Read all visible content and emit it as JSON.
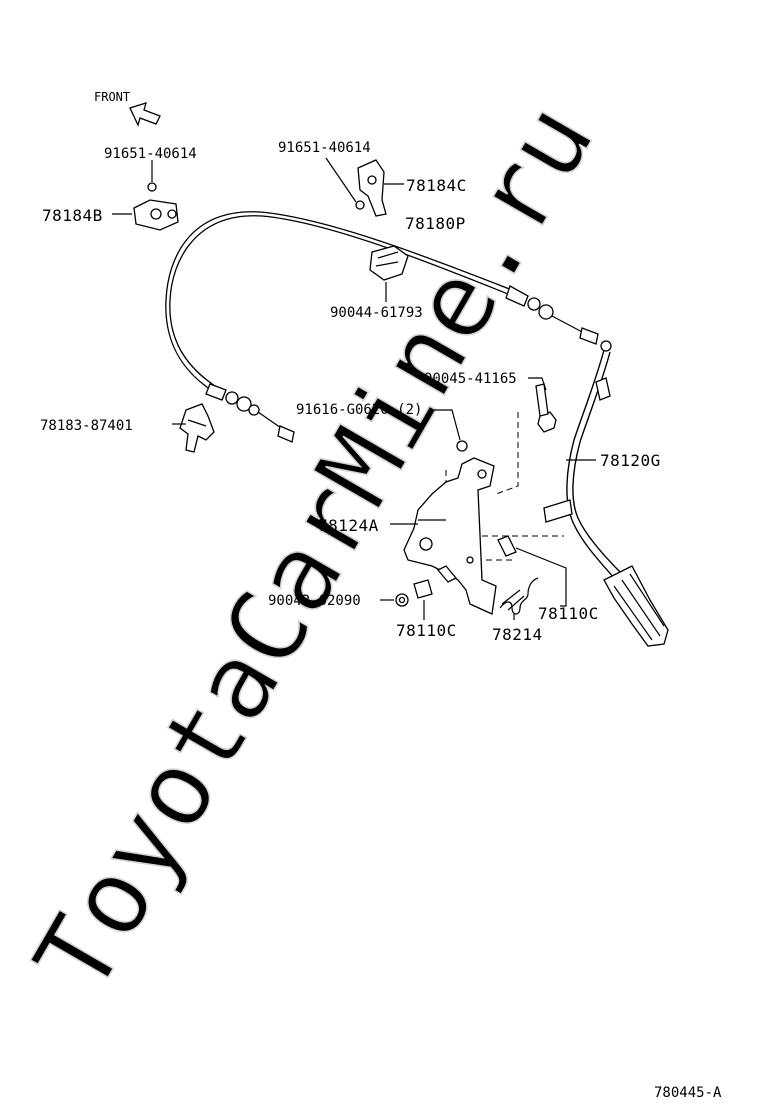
{
  "watermark": "ToyotaCarMine.ru",
  "front_label": "FRONT",
  "diagram_id": "780445-A",
  "parts": {
    "clip_left_nut": "91651-40614",
    "clip_top_nut": "91651-40614",
    "bracket_78184C": "78184C",
    "bracket_78184B": "78184B",
    "cable": "78180P",
    "clamp": "90044-61793",
    "stopper_bolt": "90045-41165",
    "clip_78183": "78183-87401",
    "bolt_91616": "91616-G0620 (2)",
    "pedal_lever": "78120G",
    "pedal_bracket": "78124A",
    "nut_90042": "90042-02090",
    "bushing_left": "78110C",
    "bushing_right": "78110C",
    "spring": "78214"
  }
}
